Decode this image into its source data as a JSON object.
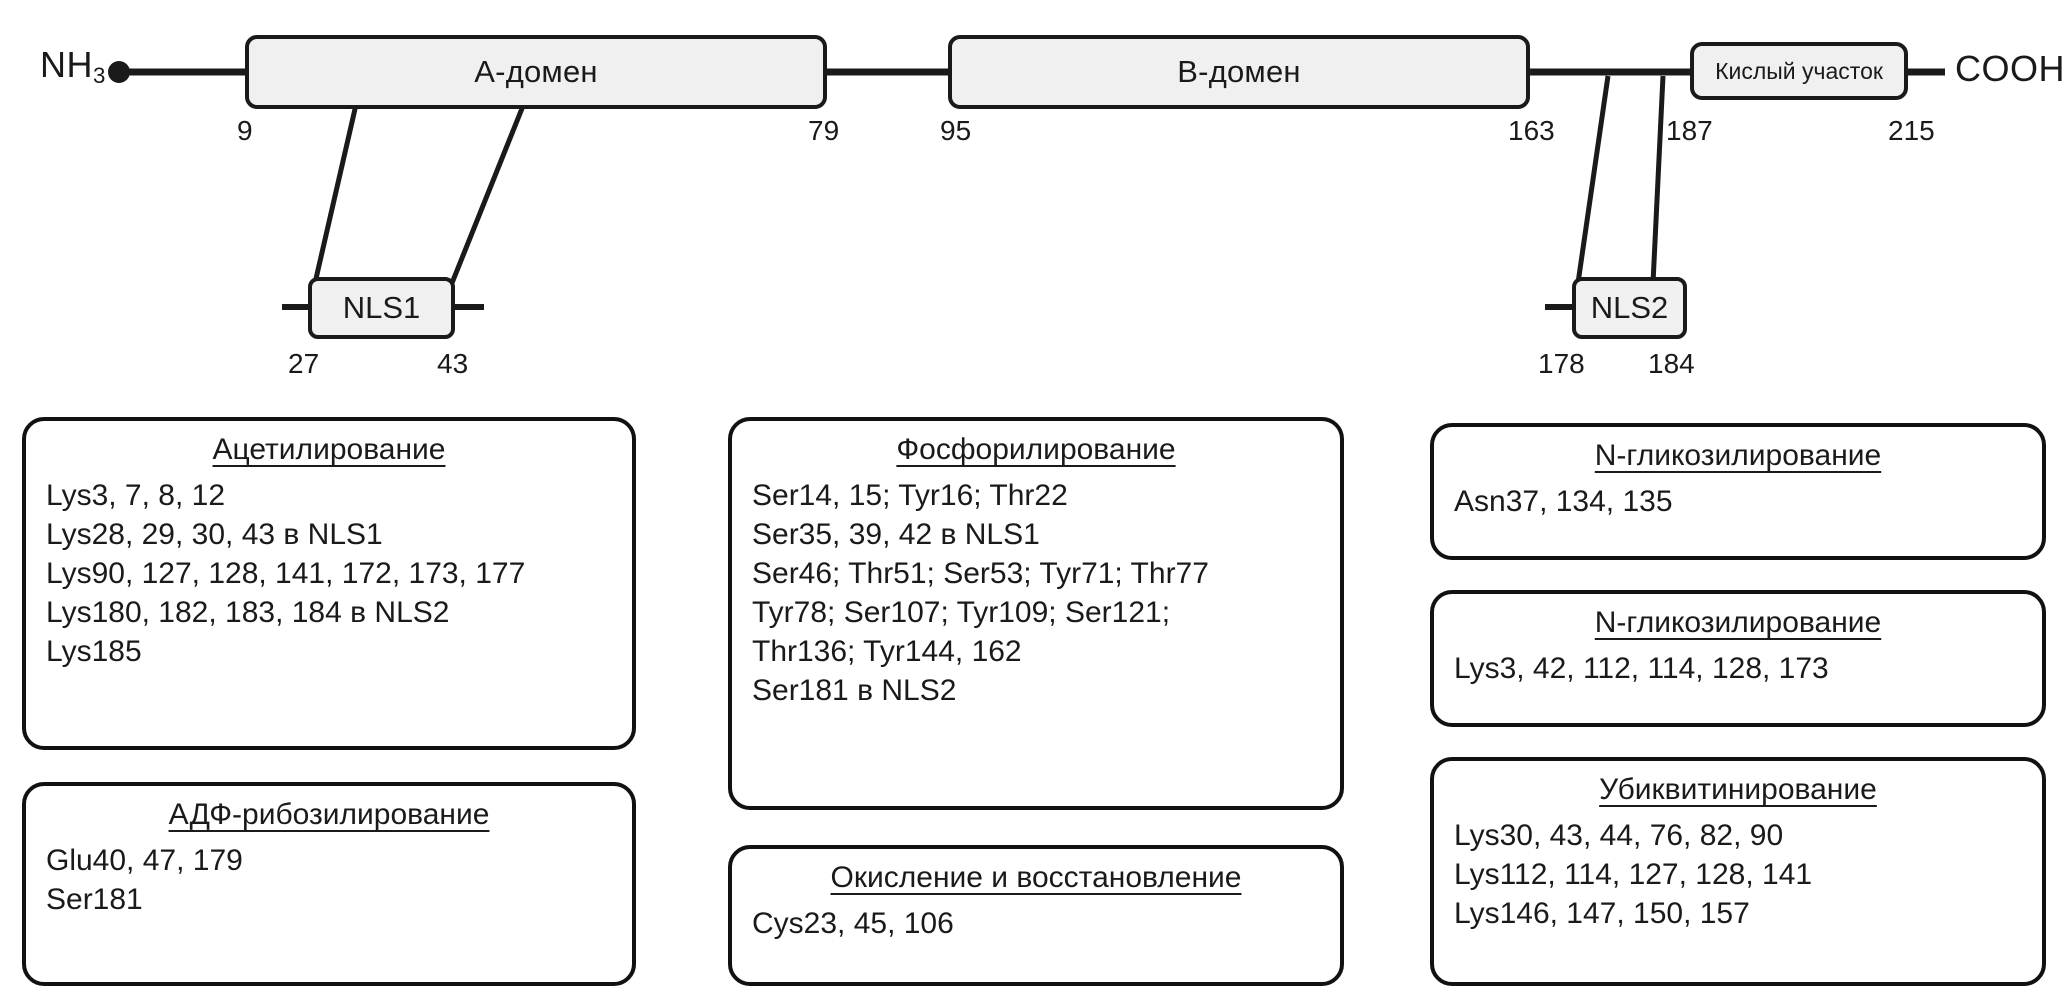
{
  "diagram": {
    "termini": {
      "n_terminus_label": "NH",
      "n_terminus_sub": "3",
      "c_terminus_label": "COOH"
    },
    "domains": [
      {
        "name": "a-domain",
        "label": "A-домен",
        "start": "9",
        "end": "79"
      },
      {
        "name": "b-domain",
        "label": "B-домен",
        "start": "95",
        "end": "163"
      },
      {
        "name": "acidic-region",
        "label": "Кислый участок",
        "start": "187",
        "end": "215"
      }
    ],
    "nls": [
      {
        "name": "nls1",
        "label": "NLS1",
        "start": "27",
        "end": "43"
      },
      {
        "name": "nls2",
        "label": "NLS2",
        "start": "178",
        "end": "184"
      }
    ],
    "position_numbers": [
      "9",
      "79",
      "95",
      "163",
      "187",
      "215",
      "27",
      "43",
      "178",
      "184"
    ]
  },
  "ptm_boxes": [
    {
      "id": "acetylation",
      "title": "Ацетилирование",
      "lines": [
        "Lys3, 7, 8, 12",
        "Lys28, 29, 30, 43 в NLS1",
        "Lys90, 127, 128, 141, 172, 173, 177",
        "Lys180, 182, 183, 184 в NLS2",
        "Lys185"
      ]
    },
    {
      "id": "adp-ribosylation",
      "title": "АДФ-рибозилирование",
      "lines": [
        "Glu40, 47, 179",
        "Ser181"
      ]
    },
    {
      "id": "phosphorylation",
      "title": "Фосфорилирование",
      "lines": [
        "Ser14, 15; Tyr16; Thr22",
        "Ser35, 39, 42 в NLS1",
        "Ser46; Thr51; Ser53; Tyr71; Thr77",
        "Tyr78; Ser107; Tyr109; Ser121;",
        "Thr136; Tyr144, 162",
        "Ser181 в NLS2"
      ]
    },
    {
      "id": "oxidation-reduction",
      "title": "Окисление и восстановление",
      "lines": [
        "Cys23, 45, 106"
      ]
    },
    {
      "id": "n-glycosylation-asn",
      "title": "N-гликозилирование",
      "lines": [
        "Asn37, 134, 135"
      ]
    },
    {
      "id": "n-glycosylation-lys",
      "title": "N-гликозилирование",
      "lines": [
        "Lys3, 42, 112, 114, 128, 173"
      ]
    },
    {
      "id": "ubiquitination",
      "title": "Убиквитинирование",
      "lines": [
        "Lys30, 43, 44, 76, 82, 90",
        "Lys112, 114, 127, 128, 141",
        "Lys146, 147, 150, 157"
      ]
    }
  ],
  "colors": {
    "stroke": "#1a1a1a",
    "box_fill": "#f0f0f0",
    "background": "#ffffff",
    "text": "#1a1a1a"
  }
}
